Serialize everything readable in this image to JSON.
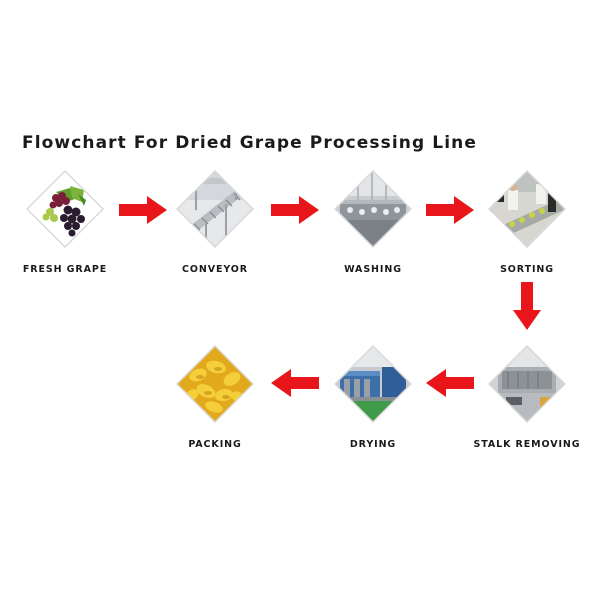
{
  "title": "Flowchart For Dried Grape Processing Line",
  "steps": [
    {
      "label": "FRESH GRAPE",
      "icon": "fresh-grape-photo"
    },
    {
      "label": "CONVEYOR",
      "icon": "conveyor-photo"
    },
    {
      "label": "WASHING",
      "icon": "washing-machine-photo"
    },
    {
      "label": "SORTING",
      "icon": "sorting-table-photo"
    },
    {
      "label": "STALK REMOVING",
      "icon": "stalk-removing-machine-photo"
    },
    {
      "label": "DRYING",
      "icon": "drying-machine-photo"
    },
    {
      "label": "PACKING",
      "icon": "raisins-photo"
    }
  ],
  "colors": {
    "arrow": "#e8161b",
    "text": "#1a1a1a",
    "diamond_border": "#d9d9d9"
  }
}
